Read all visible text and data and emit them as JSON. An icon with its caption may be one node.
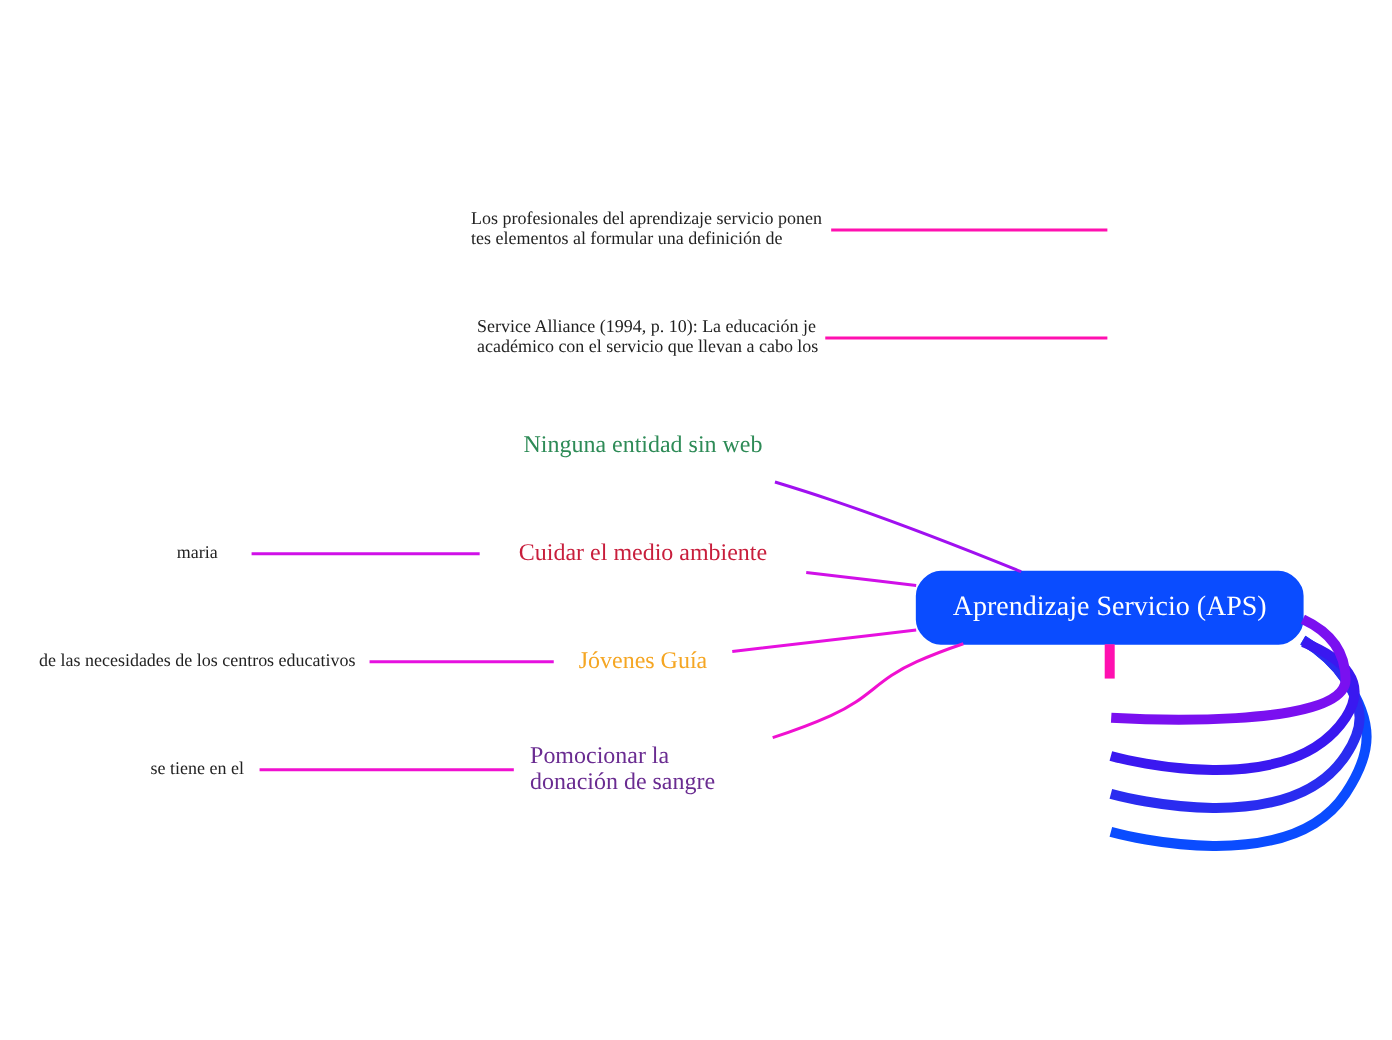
{
  "diagram": {
    "nodes": [
      {
        "text": [
          "Aprendizaje Servicio (APS)"
        ]
      },
      {
        "text": [
          "Ninguna entidad sin web"
        ]
      },
      {
        "text": [
          "Cuidar el medio ambiente"
        ]
      },
      {
        "text": [
          "Jóvenes Guía"
        ]
      },
      {
        "text": [
          "Pomocionar la donación de sangre"
        ]
      },
      {
        "text": [
          "maria"
        ]
      },
      {
        "text": [
          "de las necesidades de los centros educativos"
        ]
      },
      {
        "text": [
          "se tiene en el"
        ]
      },
      {
        "text": [
          "Service Alliance (1994, p. 10): La educación je académico con el servicio que llevan a cabo los"
        ]
      },
      {
        "text": [
          "Los profesionales del aprendizaje servicio ponen tes elementos al formular una definición de"
        ]
      }
    ],
    "edges": [
      {
        "from": 0,
        "to": null,
        "arrow": "none",
        "style": "thick",
        "color": "#0a4cff"
      },
      {
        "from": 0,
        "to": null,
        "arrow": "none",
        "style": "thick",
        "color": "#2a2cf0"
      },
      {
        "from": 0,
        "to": null,
        "arrow": "none",
        "style": "thick",
        "color": "#3a18f0"
      },
      {
        "from": 0,
        "to": null,
        "arrow": "none",
        "style": "thick",
        "color": "#7a10f0"
      },
      {
        "from": 0,
        "to": 1,
        "arrow": "none",
        "color": "#a010f0"
      },
      {
        "from": 0,
        "to": 2,
        "arrow": "none",
        "color": "#d010e8"
      },
      {
        "from": 0,
        "to": 3,
        "arrow": "none",
        "color": "#e610e0"
      },
      {
        "from": 0,
        "to": 4,
        "arrow": "none",
        "color": "#f010d0"
      },
      {
        "from": 0,
        "to": null,
        "arrow": "none",
        "style": "thick",
        "color": "#ff10b0"
      },
      {
        "from": 2,
        "to": 5,
        "arrow": "none",
        "color": "#d010e8"
      },
      {
        "from": 3,
        "to": 6,
        "arrow": "none",
        "color": "#e610e0"
      },
      {
        "from": 4,
        "to": 7,
        "arrow": "none",
        "color": "#f010d0"
      },
      {
        "from": null,
        "to": 8,
        "arrow": "none",
        "color": "#ff10b0"
      },
      {
        "from": null,
        "to": 9,
        "arrow": "none",
        "color": "#ff10b0"
      }
    ]
  }
}
